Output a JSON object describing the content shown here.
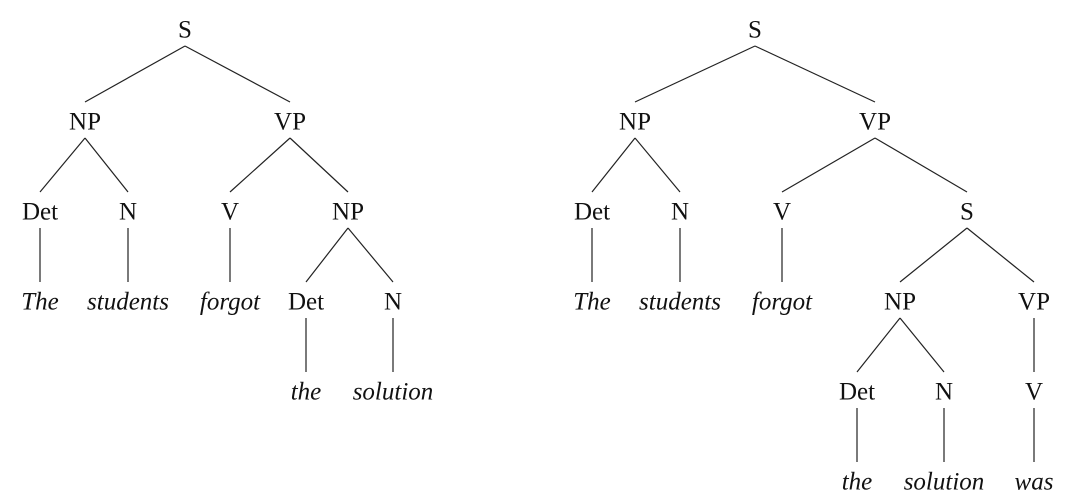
{
  "trees": [
    {
      "nodes": [
        {
          "id": "s",
          "label": "S",
          "type": "category"
        },
        {
          "id": "np1",
          "label": "NP",
          "type": "category"
        },
        {
          "id": "vp",
          "label": "VP",
          "type": "category"
        },
        {
          "id": "det1",
          "label": "Det",
          "type": "category"
        },
        {
          "id": "n1",
          "label": "N",
          "type": "category"
        },
        {
          "id": "v",
          "label": "V",
          "type": "category"
        },
        {
          "id": "np2",
          "label": "NP",
          "type": "category"
        },
        {
          "id": "w_the1",
          "label": "The",
          "type": "word"
        },
        {
          "id": "w_students",
          "label": "students",
          "type": "word"
        },
        {
          "id": "w_forgot",
          "label": "forgot",
          "type": "word"
        },
        {
          "id": "det2",
          "label": "Det",
          "type": "category"
        },
        {
          "id": "n2",
          "label": "N",
          "type": "category"
        },
        {
          "id": "w_the2",
          "label": "the",
          "type": "word"
        },
        {
          "id": "w_solution",
          "label": "solution",
          "type": "word"
        }
      ],
      "edges": [
        [
          "s",
          "np1"
        ],
        [
          "s",
          "vp"
        ],
        [
          "np1",
          "det1"
        ],
        [
          "np1",
          "n1"
        ],
        [
          "vp",
          "v"
        ],
        [
          "vp",
          "np2"
        ],
        [
          "det1",
          "w_the1"
        ],
        [
          "n1",
          "w_students"
        ],
        [
          "v",
          "w_forgot"
        ],
        [
          "np2",
          "det2"
        ],
        [
          "np2",
          "n2"
        ],
        [
          "det2",
          "w_the2"
        ],
        [
          "n2",
          "w_solution"
        ]
      ]
    },
    {
      "nodes": [
        {
          "id": "s",
          "label": "S",
          "type": "category"
        },
        {
          "id": "np1",
          "label": "NP",
          "type": "category"
        },
        {
          "id": "vp",
          "label": "VP",
          "type": "category"
        },
        {
          "id": "det1",
          "label": "Det",
          "type": "category"
        },
        {
          "id": "n1",
          "label": "N",
          "type": "category"
        },
        {
          "id": "v",
          "label": "V",
          "type": "category"
        },
        {
          "id": "s2",
          "label": "S",
          "type": "category"
        },
        {
          "id": "w_the1",
          "label": "The",
          "type": "word"
        },
        {
          "id": "w_students",
          "label": "students",
          "type": "word"
        },
        {
          "id": "w_forgot",
          "label": "forgot",
          "type": "word"
        },
        {
          "id": "np2",
          "label": "NP",
          "type": "category"
        },
        {
          "id": "vp2",
          "label": "VP",
          "type": "category"
        },
        {
          "id": "det2",
          "label": "Det",
          "type": "category"
        },
        {
          "id": "n2",
          "label": "N",
          "type": "category"
        },
        {
          "id": "v2",
          "label": "V",
          "type": "category"
        },
        {
          "id": "w_the2",
          "label": "the",
          "type": "word"
        },
        {
          "id": "w_solution",
          "label": "solution",
          "type": "word"
        },
        {
          "id": "w_was",
          "label": "was",
          "type": "word"
        }
      ],
      "edges": [
        [
          "s",
          "np1"
        ],
        [
          "s",
          "vp"
        ],
        [
          "np1",
          "det1"
        ],
        [
          "np1",
          "n1"
        ],
        [
          "vp",
          "v"
        ],
        [
          "vp",
          "s2"
        ],
        [
          "det1",
          "w_the1"
        ],
        [
          "n1",
          "w_students"
        ],
        [
          "v",
          "w_forgot"
        ],
        [
          "s2",
          "np2"
        ],
        [
          "s2",
          "vp2"
        ],
        [
          "np2",
          "det2"
        ],
        [
          "np2",
          "n2"
        ],
        [
          "vp2",
          "v2"
        ],
        [
          "det2",
          "w_the2"
        ],
        [
          "n2",
          "w_solution"
        ],
        [
          "v2",
          "w_was"
        ]
      ]
    }
  ]
}
